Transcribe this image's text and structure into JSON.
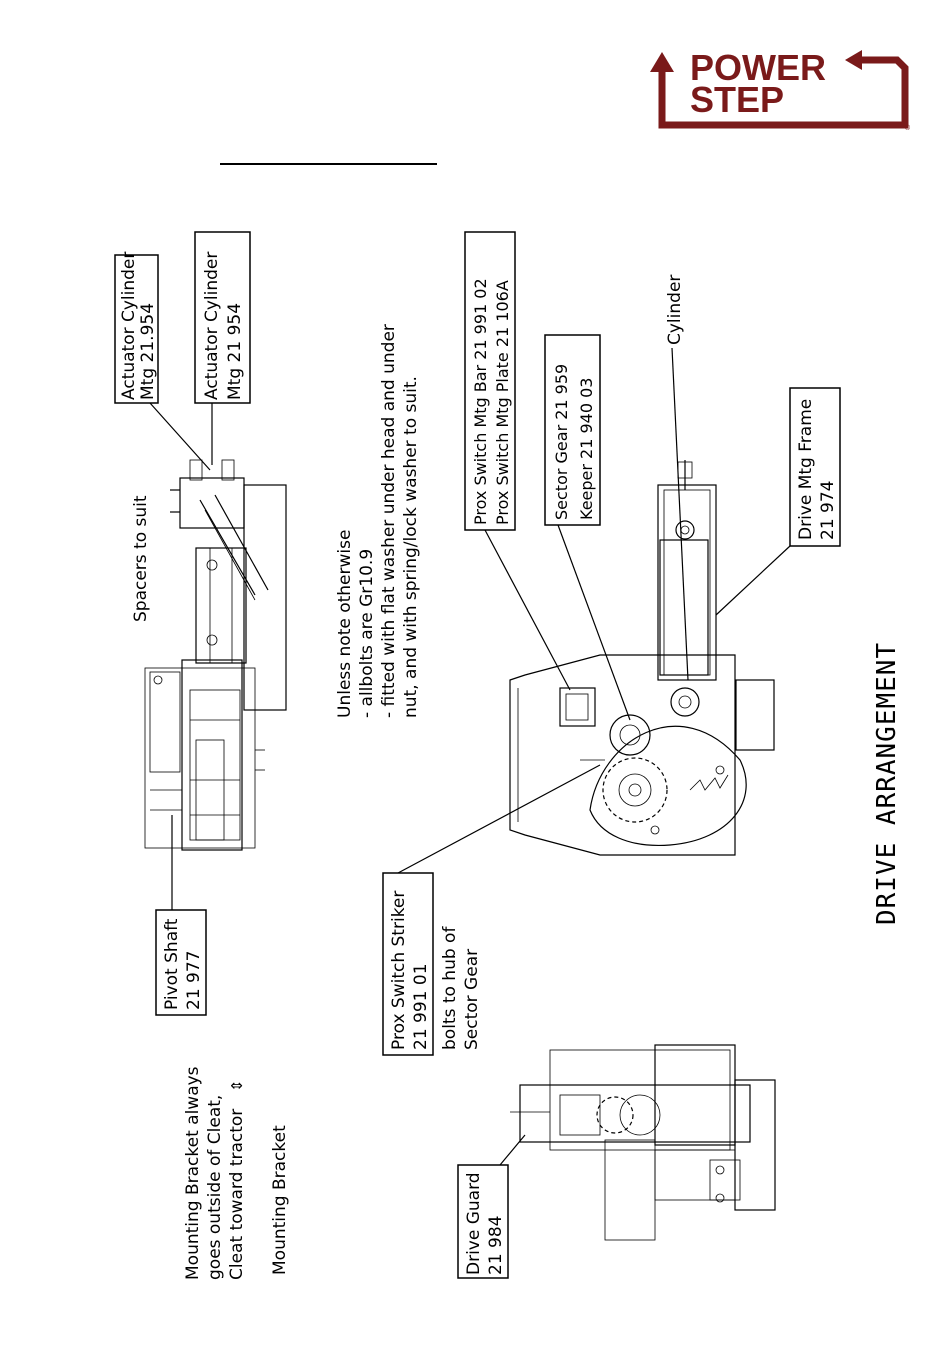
{
  "logo": {
    "line1": "POWER",
    "line2": "STEP",
    "reg": "®",
    "color": "#7a1a1a"
  },
  "title": "DRIVE ARRANGEMENT",
  "labels": {
    "actuator_a_1": "Actuator Cylinder",
    "actuator_a_2": "Mtg  21.954",
    "actuator_b_1": "Actuator Cylinder",
    "actuator_b_2": "Mtg   21 954",
    "spacers": "Spacers  to  suit",
    "pivot_1": "Pivot Shaft",
    "pivot_2": "21 977",
    "mounting_note_1": "Mounting Bracket always",
    "mounting_note_2": "goes outside of Cleat,",
    "mounting_note_3": "Cleat toward tractor",
    "mounting_bracket": "Mounting  Bracket",
    "bolts_1": "Unless note otherwise",
    "bolts_2": "- allbolts are Gr10.9",
    "bolts_3": "- fitted with flat washer under head and under",
    "bolts_4": "  nut, and with spring/lock washer to suit.",
    "prox_bar_1": "Prox Switch Mtg Bar   21 991 02",
    "prox_bar_2": "Prox Switch Mtg Plate   21 106A",
    "sector_1": "Sector Gear   21 959",
    "sector_2": "Keeper   21 940  03",
    "cylinder": "Cylinder",
    "drive_frame_1": "Drive Mtg Frame",
    "drive_frame_2": "21 974",
    "striker_1": "Prox Switch Striker",
    "striker_2": "21 991 01",
    "striker_note_1": "bolts to hub of",
    "striker_note_2": "Sector Gear",
    "drive_guard_1": "Drive Guard",
    "drive_guard_2": "21 984"
  }
}
